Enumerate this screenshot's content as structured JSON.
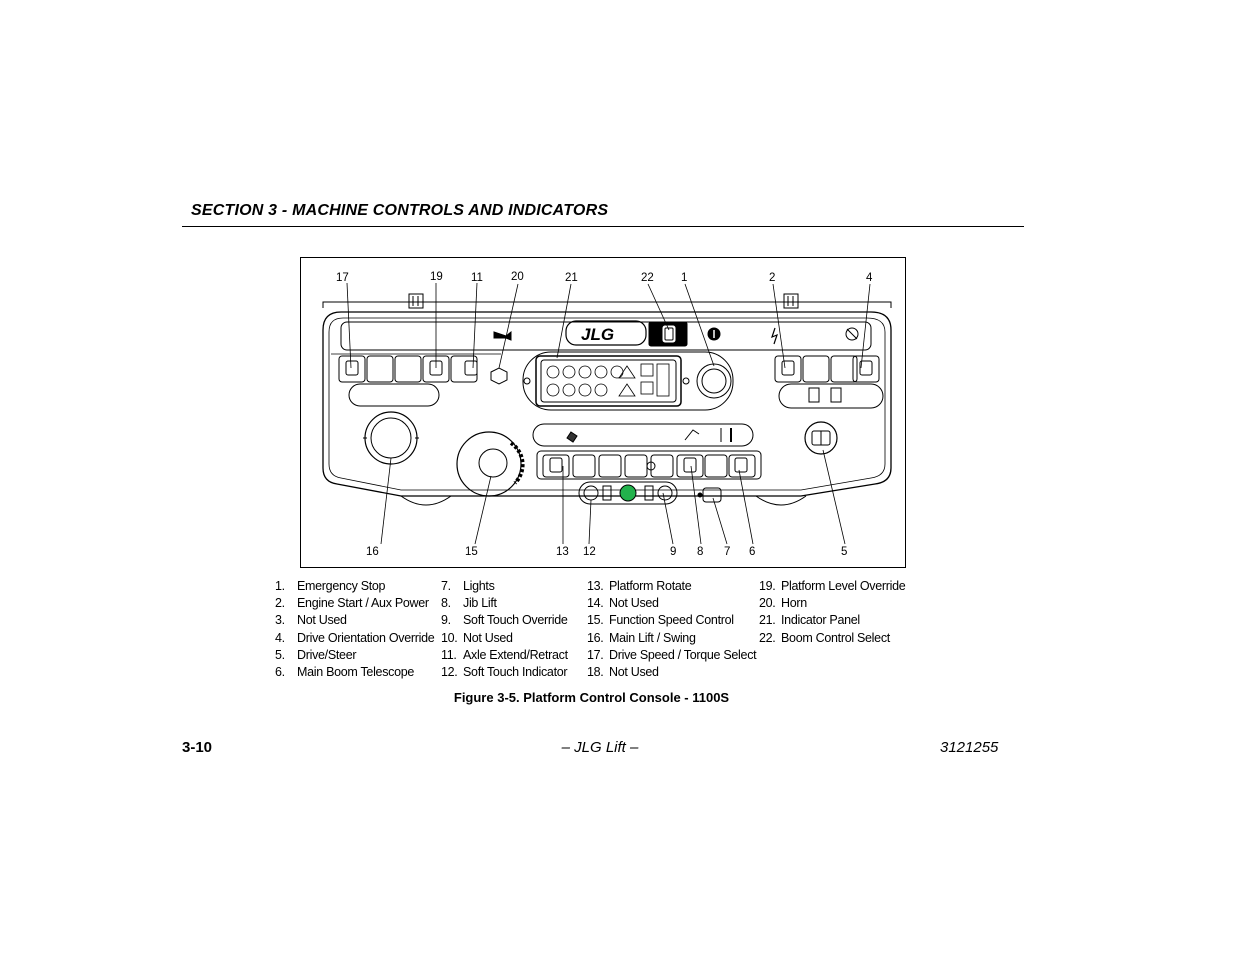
{
  "header": {
    "section_title": "SECTION 3 - MACHINE CONTROLS AND INDICATORS"
  },
  "figure": {
    "logo_text": "JLG",
    "callouts_top": [
      "17",
      "19",
      "11",
      "20",
      "21",
      "22",
      "1",
      "2",
      "4"
    ],
    "callouts_bottom": [
      "16",
      "15",
      "13",
      "12",
      "9",
      "8",
      "7",
      "6",
      "5"
    ],
    "caption": "Figure 3-5. Platform Control Console - 1100S"
  },
  "legend": {
    "columns": [
      [
        {
          "num": "1.",
          "label": "Emergency Stop"
        },
        {
          "num": "2.",
          "label": "Engine Start / Aux Power"
        },
        {
          "num": "3.",
          "label": "Not Used"
        },
        {
          "num": "4.",
          "label": "Drive Orientation Override"
        },
        {
          "num": "5.",
          "label": "Drive/Steer"
        },
        {
          "num": "6.",
          "label": "Main Boom Telescope"
        }
      ],
      [
        {
          "num": "7.",
          "label": "Lights"
        },
        {
          "num": "8.",
          "label": "Jib Lift"
        },
        {
          "num": "9.",
          "label": "Soft Touch Override"
        },
        {
          "num": "10.",
          "label": "Not Used"
        },
        {
          "num": "11.",
          "label": "Axle Extend/Retract"
        },
        {
          "num": "12.",
          "label": "Soft Touch Indicator"
        }
      ],
      [
        {
          "num": "13.",
          "label": "Platform Rotate"
        },
        {
          "num": "14.",
          "label": "Not Used"
        },
        {
          "num": "15.",
          "label": "Function Speed Control"
        },
        {
          "num": "16.",
          "label": "Main Lift / Swing"
        },
        {
          "num": "17.",
          "label": "Drive Speed / Torque Select"
        },
        {
          "num": "18.",
          "label": "Not Used"
        }
      ],
      [
        {
          "num": "19.",
          "label": "Platform Level Override"
        },
        {
          "num": "20.",
          "label": "Horn"
        },
        {
          "num": "21.",
          "label": "Indicator Panel"
        },
        {
          "num": "22.",
          "label": "Boom Control Select"
        }
      ]
    ]
  },
  "footer": {
    "page_number": "3-10",
    "center_text": "– JLG Lift –",
    "doc_number": "3121255"
  },
  "colors": {
    "soft_touch_indicator": "#22b24c"
  }
}
